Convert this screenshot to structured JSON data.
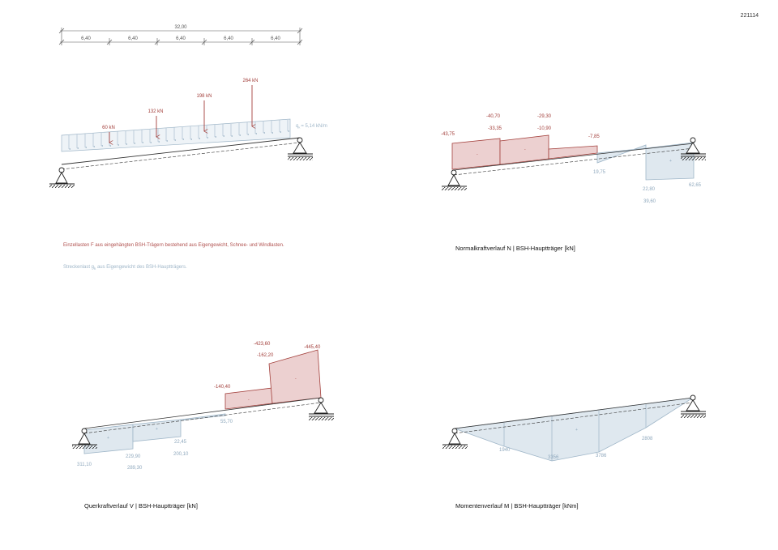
{
  "sheet_id": "221114",
  "dimension": {
    "total": "32,00",
    "segments": [
      "6,40",
      "6,40",
      "6,40",
      "6,40",
      "6,40"
    ]
  },
  "loads": {
    "point_loads": [
      "60 kN",
      "132 kN",
      "198 kN",
      "264 kN"
    ],
    "distributed_prefix": "q",
    "distributed_subscript": "k",
    "distributed_value": "= 5,14 kN/m"
  },
  "captions": {
    "point_load_note": "Einzellasten F aus eingehängten BSH-Trägern bestehend aus Eigengewicht, Schnee- und Windlasten.",
    "distributed_note_prefix": "Streckenlast g",
    "distributed_note_subscript": "k",
    "distributed_note_suffix": " aus Eigengewicht des BSH-Hauptträgers.",
    "normal_force": "Normalkraftverlauf N | BSH-Hauptträger [kN]",
    "shear_force": "Querkraftverlauf V | BSH-Hauptträger [kN]",
    "moment": "Momentenverlauf M | BSH-Hauptträger [kNm]"
  },
  "normal_force_labels": {
    "red": [
      "-43,75",
      "-40,70",
      "-33,35",
      "-29,30",
      "-10,90",
      "-7,85"
    ],
    "blue": [
      "19,75",
      "22,80",
      "62,65",
      "39,60"
    ],
    "signs": [
      "-",
      "-",
      "+"
    ]
  },
  "shear_force_labels": {
    "red": [
      "-423,60",
      "-162,20",
      "-445,40",
      "-140,40"
    ],
    "blue": [
      "55,70",
      "22,45",
      "200,10",
      "311,10",
      "229,90",
      "289,30"
    ],
    "signs": [
      "+",
      "-",
      "-",
      "+"
    ]
  },
  "moment_labels": {
    "blue": [
      "1940",
      "3356",
      "3786",
      "2808"
    ],
    "signs": [
      "+"
    ]
  }
}
